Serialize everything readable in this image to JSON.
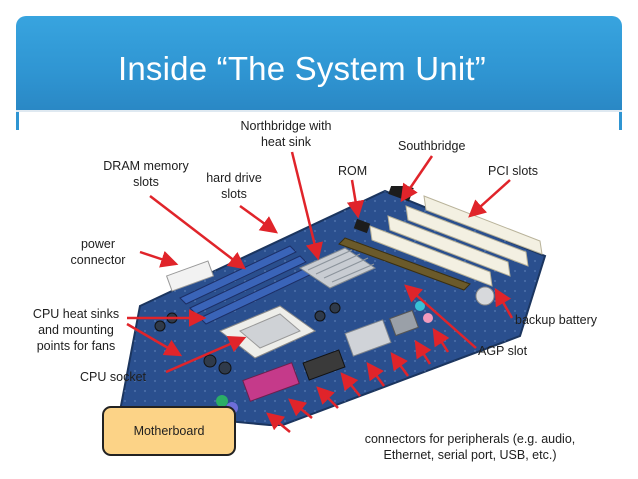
{
  "slide": {
    "title": "Inside “The System Unit”",
    "caption": "Motherboard"
  },
  "labels": {
    "northbridge": "Northbridge with heat sink",
    "southbridge": "Southbridge",
    "dram": "DRAM memory slots",
    "hard_drive": "hard drive slots",
    "rom": "ROM",
    "pci": "PCI slots",
    "power": "power connector",
    "cpu_heat": "CPU heat sinks and mounting points for fans",
    "backup": "backup battery",
    "agp": "AGP slot",
    "cpu_socket": "CPU socket",
    "connectors": "connectors for peripherals (e.g. audio, Ethernet, serial port, USB, etc.)"
  },
  "colors": {
    "title_bar": "#2f95d2",
    "board": "#2a4f8e",
    "arrow": "#e0242a",
    "caption_fill": "#fcd387"
  }
}
